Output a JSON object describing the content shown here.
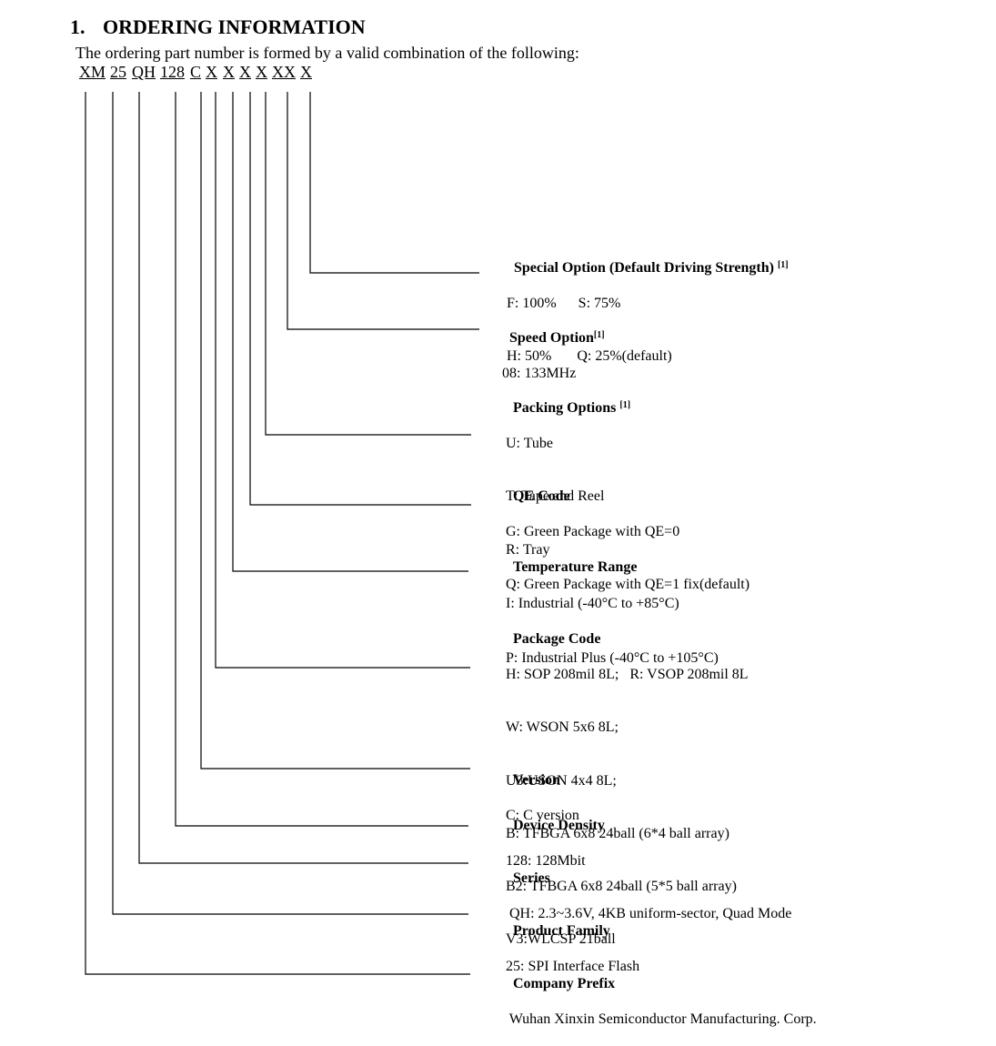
{
  "section": {
    "number": "1.",
    "title": "ORDERING INFORMATION",
    "intro": "The ordering part number is formed by a valid combination of the following:"
  },
  "part_number": {
    "segments": [
      "XM",
      "25",
      "QH",
      "128",
      "C",
      "X",
      "X",
      "X",
      "X",
      "XX",
      "X"
    ]
  },
  "fields": [
    {
      "title": "Special Option (Default Driving Strength)",
      "note": "[1]",
      "lines": [
        "F: 100%      S: 75%",
        "H: 50%       Q: 25%(default)"
      ]
    },
    {
      "title": "Speed Option",
      "note": "[1]",
      "lines": [
        "08: 133MHz"
      ]
    },
    {
      "title": "Packing Options",
      "note": "[1]",
      "lines": [
        "U: Tube",
        "T: Tape and Reel",
        "R: Tray"
      ]
    },
    {
      "title": "QE Code",
      "note": "",
      "lines": [
        "G: Green Package with QE=0",
        "Q: Green Package with QE=1 fix(default)"
      ]
    },
    {
      "title": "Temperature Range",
      "note": "",
      "lines": [
        "I: Industrial (-40°C to +85°C)",
        "P: Industrial Plus (-40°C to +105°C)"
      ]
    },
    {
      "title": "Package Code",
      "note": "",
      "lines": [
        "H: SOP 208mil 8L;   R: VSOP 208mil 8L",
        "W: WSON 5x6 8L;",
        "U3:USON 4x4 8L;",
        "B: TFBGA 6x8 24ball (6*4 ball array)",
        "B2: TFBGA 6x8 24ball (5*5 ball array)",
        "V3:WLCSP 21ball"
      ]
    },
    {
      "title": "Version",
      "note": "",
      "lines": [
        "C: C version"
      ]
    },
    {
      "title": "Device Density",
      "note": "",
      "lines": [
        "128: 128Mbit"
      ]
    },
    {
      "title": "Series",
      "note": "",
      "lines": [
        " QH: 2.3~3.6V, 4KB uniform-sector, Quad Mode"
      ]
    },
    {
      "title": "Product Family",
      "note": "",
      "lines": [
        "25: SPI Interface Flash"
      ]
    },
    {
      "title": "Company Prefix",
      "note": "",
      "lines": [
        " Wuhan Xinxin Semiconductor Manufacturing. Corp."
      ]
    }
  ]
}
